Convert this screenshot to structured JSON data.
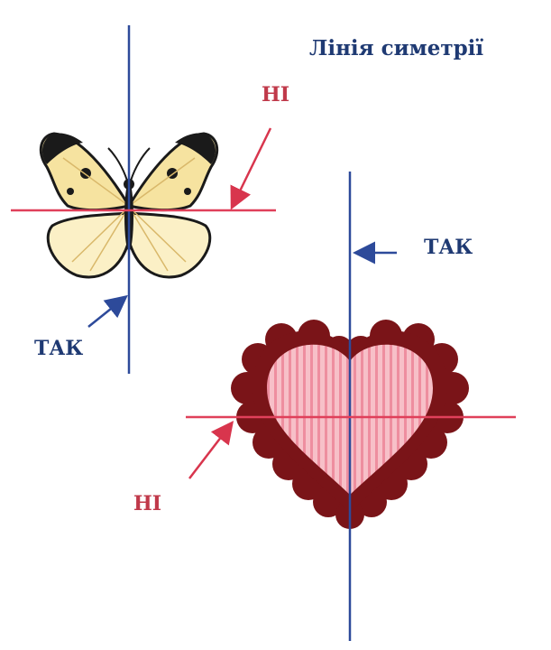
{
  "title": "Лінія симетрії",
  "labels": {
    "butterfly_horizontal": "НІ",
    "heart_vertical": "ТАК",
    "butterfly_vertical": "ТАК",
    "heart_horizontal": "НІ"
  },
  "colors": {
    "yes_line": "#2d4a9a",
    "no_line": "#e0405a",
    "yes_text": "#1f3a73",
    "no_text": "#c0394a",
    "heart_border": "#7a1418",
    "heart_fill": "#f4a8b4",
    "butterfly_wing": "#f6e3a0",
    "butterfly_dark": "#1a1a1a"
  }
}
